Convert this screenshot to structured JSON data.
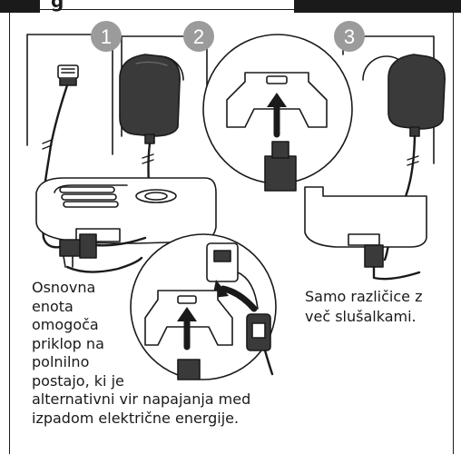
{
  "header": {
    "visible_text": "g"
  },
  "steps": [
    {
      "number": "1"
    },
    {
      "number": "2"
    },
    {
      "number": "3"
    }
  ],
  "captions": {
    "left": "Osnovna\nenota\nomogoča\npriklop na\npolnilno\npostajo, ki je\nalternativni vir napajanja med\nizpadom električne energije.",
    "right": "Samo različice z več slušalkami."
  },
  "colors": {
    "badge": "#9b9b9b",
    "ink": "#1a1a1a",
    "adapter": "#3a3a3a",
    "base_fill": "#ffffff"
  }
}
